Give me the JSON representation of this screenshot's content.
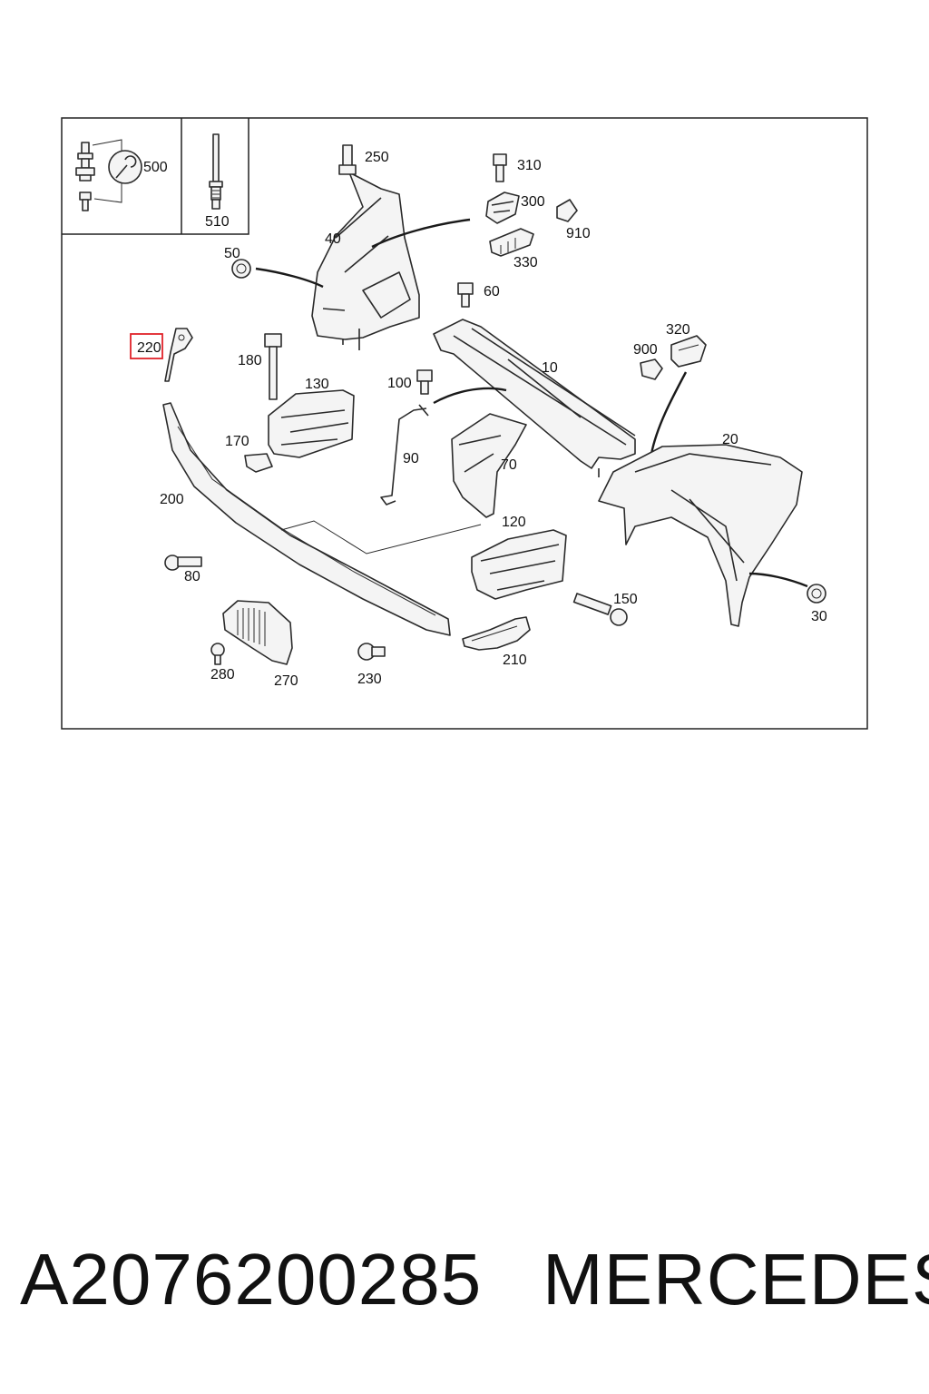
{
  "diagram": {
    "highlighted_part": "220",
    "callouts": {
      "p500": "500",
      "p510": "510",
      "p250": "250",
      "p310": "310",
      "p300": "300",
      "p910": "910",
      "p330": "330",
      "p40": "40",
      "p50": "50",
      "p60": "60",
      "p320": "320",
      "p900": "900",
      "p220": "220",
      "p180": "180",
      "p130": "130",
      "p100": "100",
      "p10": "10",
      "p170": "170",
      "p90": "90",
      "p70": "70",
      "p20": "20",
      "p200": "200",
      "p120": "120",
      "p80": "80",
      "p150": "150",
      "p30": "30",
      "p280": "280",
      "p270": "270",
      "p230": "230",
      "p210": "210"
    }
  },
  "footer": {
    "part_number": "A2076200285",
    "brand": "MERCEDES"
  },
  "colors": {
    "highlight": "#e0222a",
    "line": "#2a2a2a"
  }
}
